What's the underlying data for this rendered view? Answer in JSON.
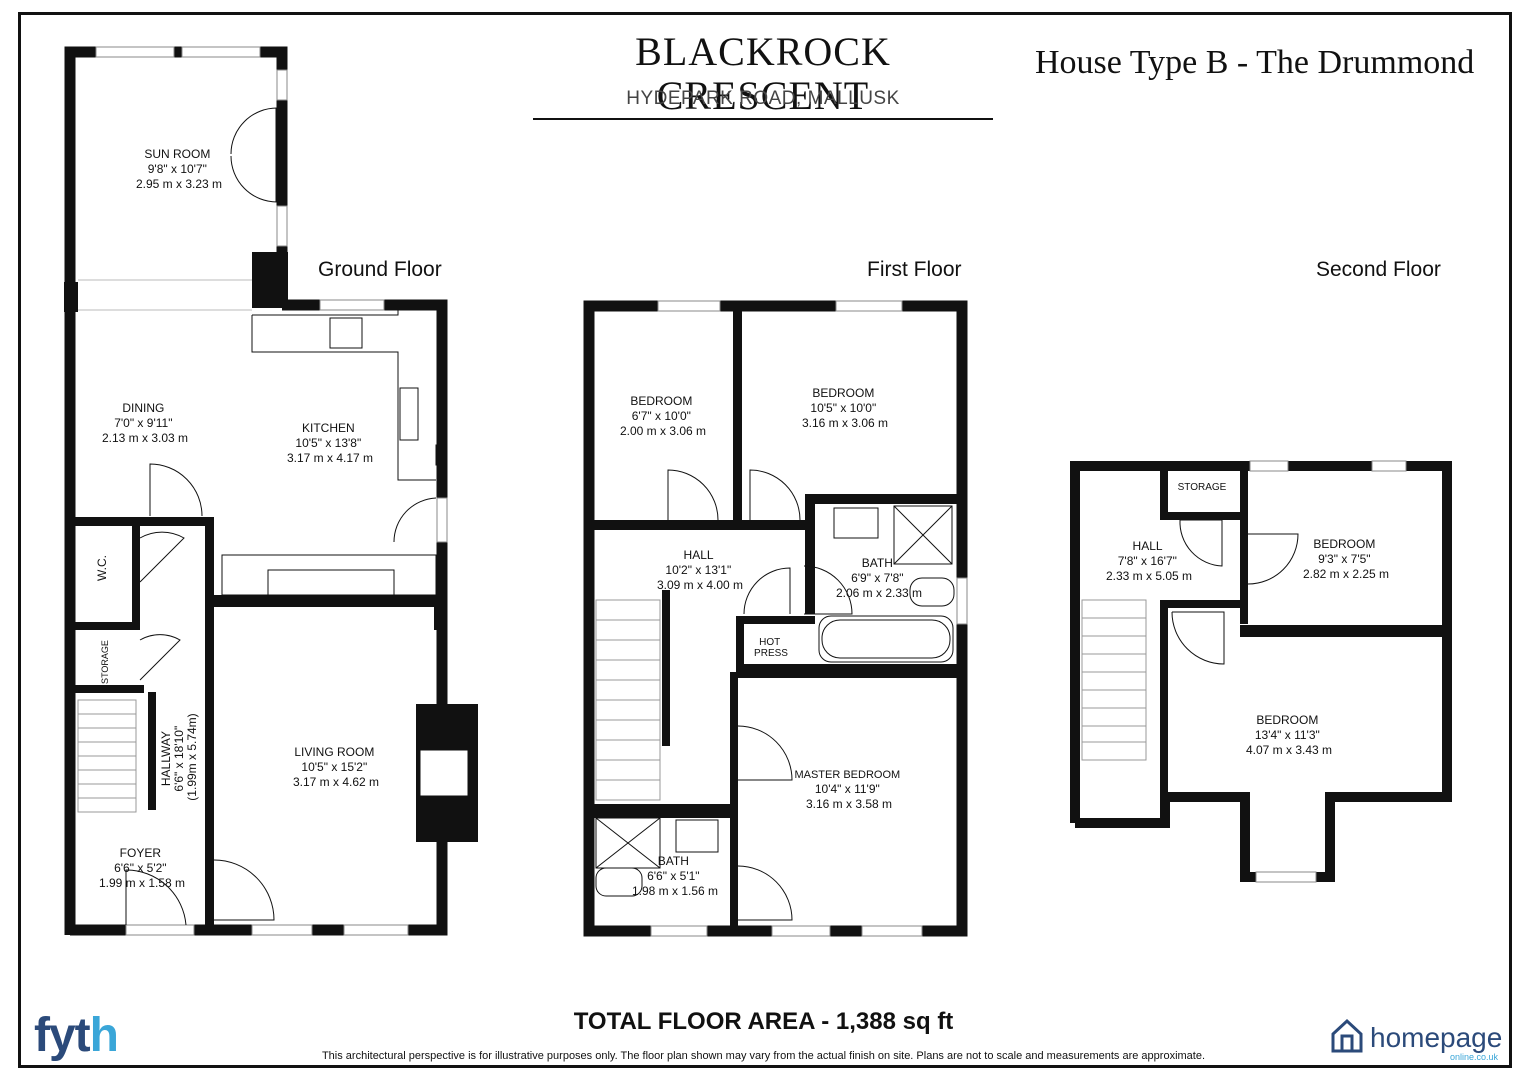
{
  "header": {
    "title": "BLACKROCK CRESCENT",
    "subtitle": "HYDEPARK ROAD, MALLUSK",
    "house_type": "House Type B - The Drummond"
  },
  "floors": {
    "ground": {
      "label": "Ground Floor",
      "rooms": {
        "sun_room": [
          "SUN ROOM",
          "9'8\" x 10'7\"",
          "2.95 m x 3.23 m"
        ],
        "dining": [
          "DINING",
          "7'0\" x 9'11\"",
          "2.13 m x 3.03 m"
        ],
        "kitchen": [
          "KITCHEN",
          "10'5\" x 13'8\"",
          "3.17 m x 4.17 m"
        ],
        "wc": "W.C.",
        "storage": "STORAGE",
        "hallway": [
          "HALLWAY",
          "6'6\" x 18'10\"",
          "(1.99m x 5.74m)"
        ],
        "foyer": [
          "FOYER",
          "6'6\" x 5'2\"",
          "1.99 m x 1.58 m"
        ],
        "living_room": [
          "LIVING ROOM",
          "10'5\" x 15'2\"",
          "3.17 m x 4.62 m"
        ]
      }
    },
    "first": {
      "label": "First Floor",
      "rooms": {
        "bedroom_a": [
          "BEDROOM",
          "6'7\" x 10'0\"",
          "2.00 m x 3.06 m"
        ],
        "bedroom_b": [
          "BEDROOM",
          "10'5\" x 10'0\"",
          "3.16 m x 3.06 m"
        ],
        "hall": [
          "HALL",
          "10'2\" x 13'1\"",
          "3.09 m x 4.00 m"
        ],
        "bath_main": [
          "BATH",
          "6'9\" x 7'8\"",
          "2.06 m x 2.33 m"
        ],
        "hot_press": [
          "HOT",
          "PRESS"
        ],
        "master_bedroom": [
          "MASTER BEDROOM",
          "10'4\" x 11'9\"",
          "3.16 m x 3.58 m"
        ],
        "bath_ensuite": [
          "BATH",
          "6'6\" x 5'1\"",
          "1.98 m x 1.56 m"
        ]
      }
    },
    "second": {
      "label": "Second Floor",
      "rooms": {
        "storage": "STORAGE",
        "hall": [
          "HALL",
          "7'8\" x 16'7\"",
          "2.33 m x 5.05 m"
        ],
        "bedroom_small": [
          "BEDROOM",
          "9'3\" x 7'5\"",
          "2.82 m x 2.25 m"
        ],
        "bedroom_large": [
          "BEDROOM",
          "13'4\" x 11'3\"",
          "4.07 m x 3.43 m"
        ]
      }
    }
  },
  "footer": {
    "total_area": "TOTAL FLOOR AREA - 1,388 sq ft",
    "disclaimer": "This architectural perspective is for illustrative purposes only. The floor plan shown may vary from the actual finish on site. Plans are not to scale and measurements are approximate.",
    "logo_left": {
      "main": "fyt",
      "accent": "h"
    },
    "logo_right": {
      "word": "homepage",
      "sub": "online.co.uk"
    }
  },
  "colors": {
    "wall": "#111111",
    "brand_blue": "#2b4a7a",
    "brand_light": "#3aa6d8"
  }
}
